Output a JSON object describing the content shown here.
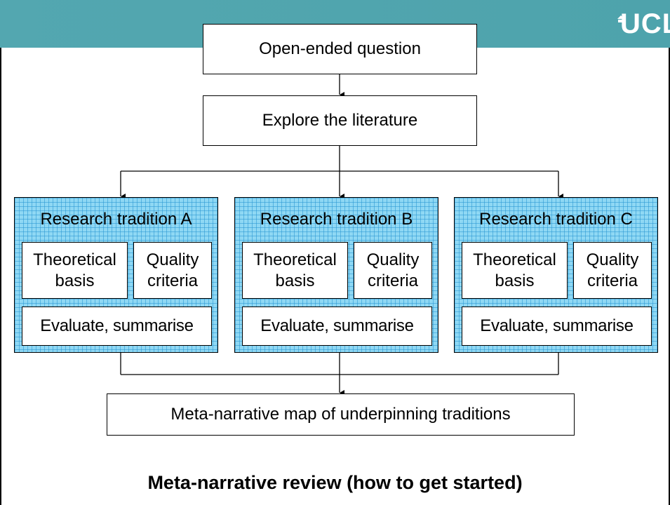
{
  "slide": {
    "logo_text": "UCL",
    "footer_title": "Meta-narrative review (how to get started)"
  },
  "diagram": {
    "question": "Open-ended question",
    "explore": "Explore the literature",
    "traditions": [
      {
        "title": "Research tradition A",
        "theory": "Theoretical basis",
        "quality": "Quality criteria",
        "evaluate": "Evaluate, summarise"
      },
      {
        "title": "Research tradition B",
        "theory": "Theoretical basis",
        "quality": "Quality criteria",
        "evaluate": "Evaluate, summarise"
      },
      {
        "title": "Research tradition C",
        "theory": "Theoretical basis",
        "quality": "Quality criteria",
        "evaluate": "Evaluate, summarise"
      }
    ],
    "map": "Meta-narrative map of underpinning traditions"
  },
  "colors": {
    "header_band": "#53a7b0",
    "tradition_fill": "#8fd8f4",
    "tradition_grid": "#2896d2"
  }
}
